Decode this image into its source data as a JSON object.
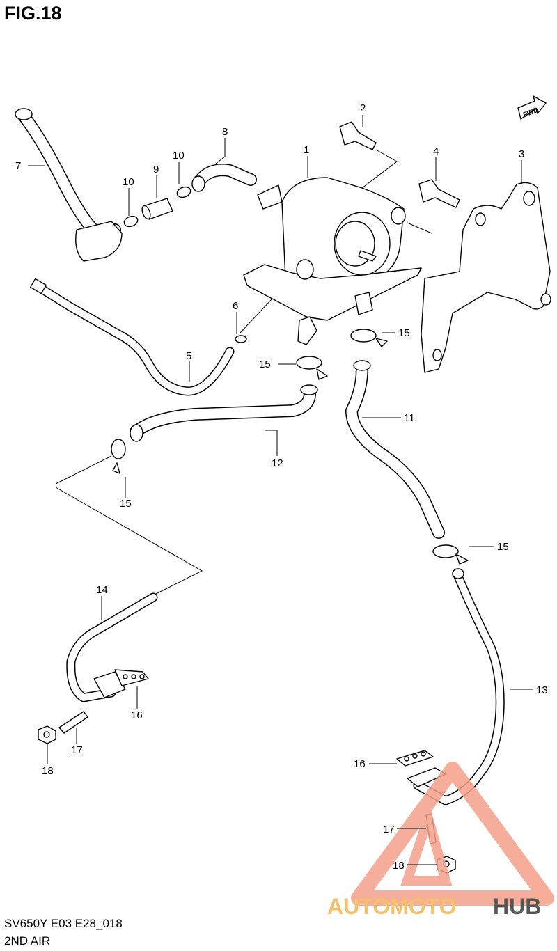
{
  "header": {
    "figure_title": "FIG.18"
  },
  "footer": {
    "model_code": "SV650Y E03 E28_018",
    "section_title": "2ND AIR"
  },
  "fwd_badge": {
    "text": "FWD"
  },
  "callouts": {
    "c1": "1",
    "c2": "2",
    "c3": "3",
    "c4": "4",
    "c5": "5",
    "c6": "6",
    "c7": "7",
    "c8": "8",
    "c9": "9",
    "c10a": "10",
    "c10b": "10",
    "c11": "11",
    "c12": "12",
    "c13": "13",
    "c14": "14",
    "c15a": "15",
    "c15b": "15",
    "c15c": "15",
    "c15d": "15",
    "c16a": "16",
    "c16b": "16",
    "c17a": "17",
    "c17b": "17",
    "c18a": "18",
    "c18b": "18"
  },
  "watermark": {
    "part1": "AUTOMOTO",
    "part2": "HUB",
    "color_primary": "#f4a08a",
    "color_accent": "#f5c06a",
    "color_dark": "#555555"
  }
}
